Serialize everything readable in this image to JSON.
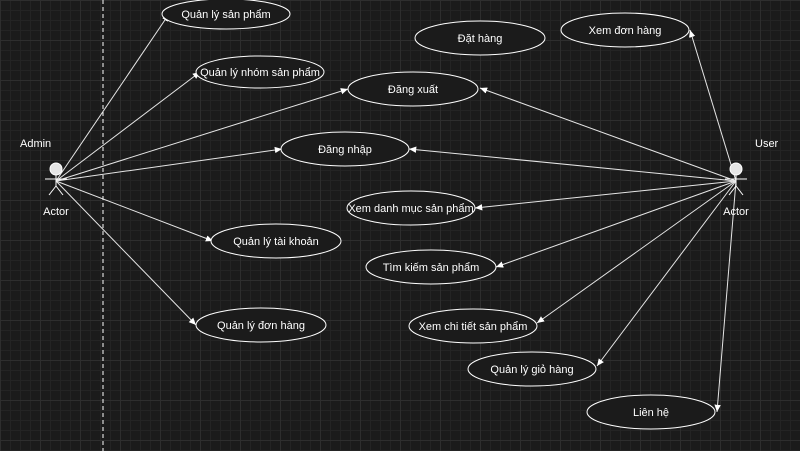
{
  "actors": {
    "admin": {
      "role": "Admin",
      "label": "Actor"
    },
    "user": {
      "role": "User",
      "label": "Actor"
    }
  },
  "use_cases": {
    "quan_ly_san_pham": "Quản lý sản phẩm",
    "quan_ly_nhom_san_pham": "Quản lý nhóm sản phẩm",
    "dang_xuat": "Đăng xuất",
    "dang_nhap": "Đăng nhập",
    "quan_ly_tai_khoan": "Quản lý tài khoản",
    "quan_ly_don_hang": "Quản lý đơn hàng",
    "dat_hang": "Đặt hàng",
    "xem_don_hang": "Xem đơn hàng",
    "xem_danh_muc_san_pham": "Xem danh mục sản phẩm",
    "tim_kiem_san_pham": "Tìm kiếm sản phẩm",
    "xem_chi_tiet_san_pham": "Xem chi tiết sản phẩm",
    "quan_ly_gio_hang": "Quản lý giỏ hàng",
    "lien_he": "Liên hệ"
  },
  "associations": [
    {
      "from": "admin",
      "to": "quan_ly_san_pham"
    },
    {
      "from": "admin",
      "to": "quan_ly_nhom_san_pham"
    },
    {
      "from": "admin",
      "to": "dang_xuat"
    },
    {
      "from": "admin",
      "to": "dang_nhap"
    },
    {
      "from": "admin",
      "to": "quan_ly_tai_khoan"
    },
    {
      "from": "admin",
      "to": "quan_ly_don_hang"
    },
    {
      "from": "user",
      "to": "xem_don_hang"
    },
    {
      "from": "user",
      "to": "dang_xuat"
    },
    {
      "from": "user",
      "to": "dang_nhap"
    },
    {
      "from": "user",
      "to": "xem_danh_muc_san_pham"
    },
    {
      "from": "user",
      "to": "tim_kiem_san_pham"
    },
    {
      "from": "user",
      "to": "xem_chi_tiet_san_pham"
    },
    {
      "from": "user",
      "to": "quan_ly_gio_hang"
    },
    {
      "from": "user",
      "to": "lien_he"
    }
  ],
  "colors": {
    "background": "#1b1b1b",
    "grid": "#2e2e2e",
    "stroke": "#ffffff"
  }
}
